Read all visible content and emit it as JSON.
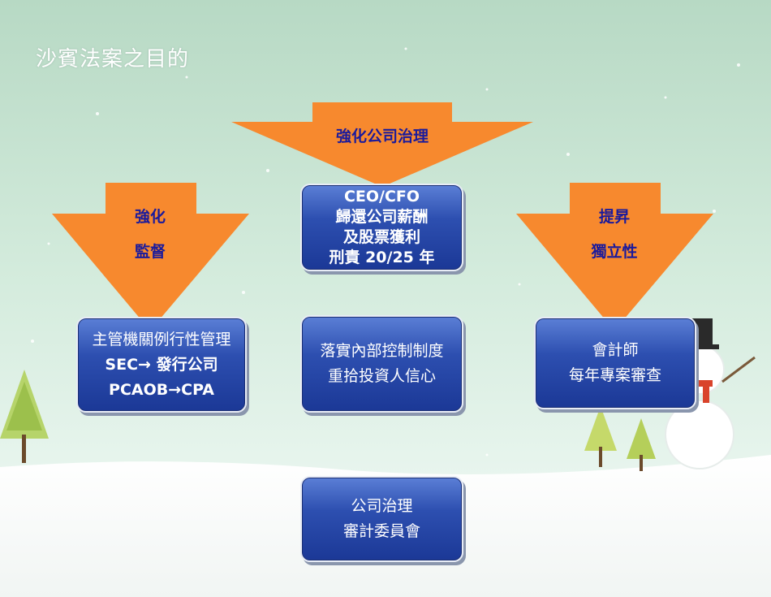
{
  "title": "沙賓法案之目的",
  "arrows": {
    "top": {
      "label": "強化公司治理"
    },
    "left": {
      "line1": "強化",
      "line2": "監督"
    },
    "right": {
      "line1": "提昇",
      "line2": "獨立性"
    }
  },
  "boxes": {
    "ceo": [
      "CEO/CFO",
      "歸還公司薪酬",
      "及股票獲利",
      "刑責 20/25 年"
    ],
    "supervision": [
      "主管機關例行性管理",
      "SEC→ 發行公司",
      "PCAOB→CPA"
    ],
    "internal": [
      "落實內部控制制度",
      "重拾投資人信心"
    ],
    "auditor": [
      "會計師",
      "每年專案審查"
    ],
    "committee": [
      "公司治理",
      "審計委員會"
    ]
  },
  "colors": {
    "arrow_orange": "#f7892e",
    "box_blue": "#2d4fb0",
    "label_blue": "#1a1a9c"
  }
}
